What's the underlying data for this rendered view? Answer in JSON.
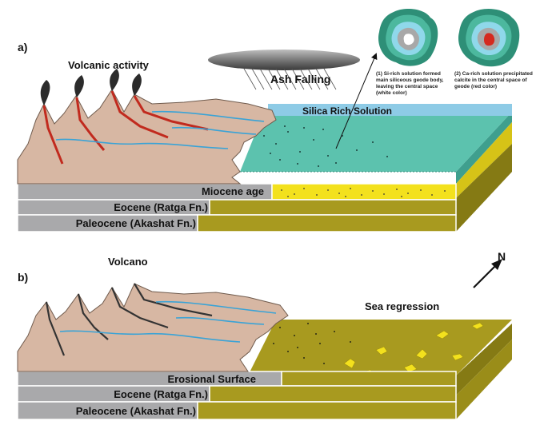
{
  "panel_a": {
    "letter": "a)",
    "volcanic_label": "Volcanic activity",
    "ash_label": "Ash Falling",
    "solution_label": "Silica Rich Solution",
    "strata": [
      "Miocene age",
      "Eocene (Ratga Fn.)",
      "Paleocene (Akashat Fn.)"
    ],
    "geode_notes": {
      "note1": [
        "(1) Si-rich solution formed",
        "main siliceous geode body,",
        "leaving the central space",
        "(white color)"
      ],
      "note2": [
        "(2) Ca-rich solution precipitated",
        "calcite in the central space of",
        "geode (red color)"
      ]
    }
  },
  "panel_b": {
    "letter": "b)",
    "volcano_label": "Volcano",
    "sea_label": "Sea regression",
    "north_label": "N",
    "strata": [
      "Erosional Surface",
      "Eocene (Ratga Fn.)",
      "Paleocene (Akashat Fn.)"
    ]
  },
  "colors": {
    "land": "#d7b7a3",
    "sea": "#5cc2ae",
    "silica_top": "#8ecbe6",
    "sand": "#f3e11d",
    "olive": "#a89a1f",
    "olive_dark": "#857a14",
    "gray_layer": "#a9a9ab",
    "lava": "#c12a1e",
    "river": "#3aa3d6"
  }
}
